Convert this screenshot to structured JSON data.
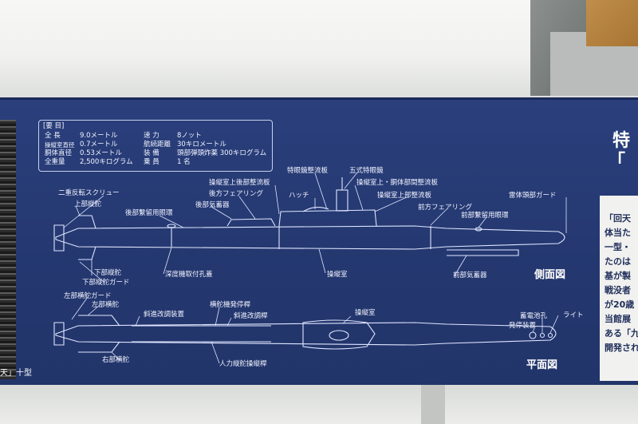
{
  "specs": {
    "header": "[要 目]",
    "rows": [
      [
        "全 長",
        "9.0メートル",
        "速 力",
        "8ノット"
      ],
      [
        "操縦室直径",
        "0.7メートル",
        "航続距離",
        "30キロメートル"
      ],
      [
        "胴体直径",
        "0.53メートル",
        "装 備",
        "頭部弾頭炸薬 300キログラム"
      ],
      [
        "全重量",
        "2,500キログラム",
        "乗 員",
        "1 名"
      ]
    ]
  },
  "side_view": {
    "title": "側面図",
    "labels": {
      "contra_screw": "二重反転スクリュー",
      "upper_rudder": "上部縦舵",
      "rear_mooring_eye": "後部繋留用眼環",
      "rear_air_tank": "後部気蓄器",
      "rear_fairing": "後方フェアリング",
      "cockpit_rear_upper_fairing": "操縦室上後部整流板",
      "hatch": "ハッチ",
      "periscope_fairing": "特眼鏡整流板",
      "type5_periscope": "五式特眼鏡",
      "cockpit_body_fairing": "操縦室上・胴体部間整流板",
      "cockpit_upper_fairing": "操縦室上部整流板",
      "front_fairing": "前方フェアリング",
      "front_mooring_eye": "前部繋留用眼環",
      "nose_guard": "雷体頭部ガード",
      "lower_rudder": "下部縦舵",
      "lower_rudder_guard": "下部縦舵ガード",
      "depth_cover": "深度機取付孔蓋",
      "cockpit": "操縦室",
      "front_air_tank": "前部気蓄器"
    }
  },
  "plan_view": {
    "title": "平面図",
    "labels": {
      "left_elevator_guard": "左部横舵ガード",
      "left_elevator": "左部横舵",
      "oblique_device": "斜進改調装置",
      "elevator_stop_rod": "横舵機発停桿",
      "oblique_rod": "斜進改調桿",
      "cockpit": "操縦室",
      "launch_device": "発停装置",
      "battery_hole": "蓄電池孔",
      "light": "ライト",
      "right_elevator": "右部横舵",
      "manual_rod": "人力縦舵操縦桿"
    }
  },
  "panel": {
    "title_line1": "特",
    "title_line2": "「",
    "photo_caption": "天」十型",
    "right_text": [
      "「回天",
      "体当た",
      "一型・",
      "たのは",
      "基が製",
      "戦没者",
      "が20歳",
      "当館展",
      "ある「九",
      "開発され"
    ]
  },
  "colors": {
    "board": "#24376f",
    "line": "#dfe6ff"
  }
}
